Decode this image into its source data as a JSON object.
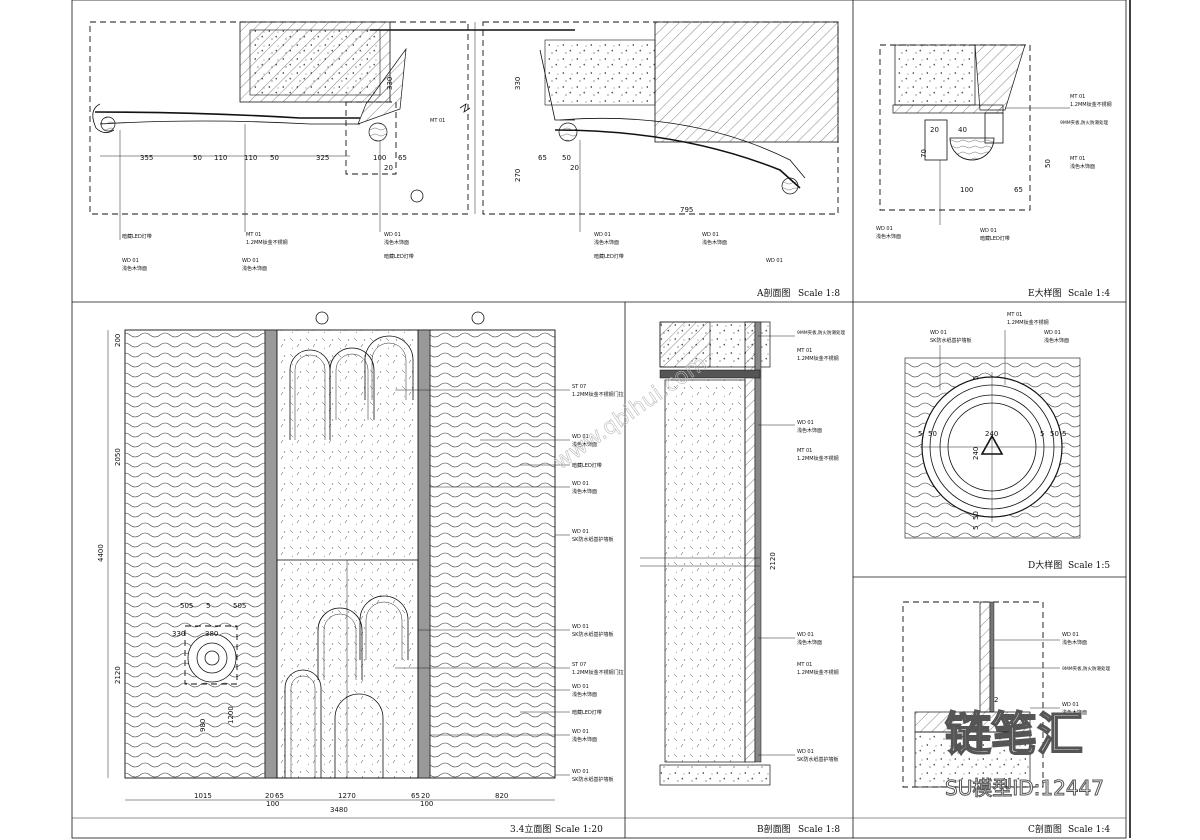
{
  "panels": {
    "a_section": {
      "title": "A剖面图",
      "scale": "Scale 1:8"
    },
    "e_detail": {
      "title": "E大样图",
      "scale": "Scale 1:4"
    },
    "elevation": {
      "title": "3.4立面图",
      "scale": "Scale 1:20"
    },
    "b_section": {
      "title": "B剖面图",
      "scale": "Scale 1:8"
    },
    "d_detail": {
      "title": "D大样图",
      "scale": "Scale 1:5"
    },
    "c_section": {
      "title": "C剖面图",
      "scale": "Scale 1:4"
    }
  },
  "a_dims": {
    "d355": "355",
    "d50a": "50",
    "d110a": "110",
    "d110b": "110",
    "d50b": "50",
    "d325": "325",
    "d100": "100",
    "d65": "65",
    "d20": "20",
    "d65b": "65",
    "d50c": "50",
    "d20b": "20",
    "d795": "795",
    "d330": "330",
    "d330b": "330",
    "d270": "270"
  },
  "a_notes": {
    "n1": "暗藏LED灯带",
    "n2": "浅色木饰面",
    "n3": "1.2MM钛金不锈钢",
    "n4": "浅色木饰面",
    "n5": "浅色木饰面",
    "n6": "暗藏LED灯带",
    "n7": "浅色木饰面",
    "n8": "暗藏LED灯带",
    "n9": "浅色木饰面"
  },
  "codes": {
    "wd": "WD 01",
    "st": "ST 07",
    "mt": "MT 01"
  },
  "e_dims": {
    "d20": "20",
    "d40": "40",
    "d70": "70",
    "d100": "100",
    "d65": "65",
    "d50": "50"
  },
  "e_notes": {
    "n1": "1.2MM钛金不锈钢",
    "n2": "9MM夹板,防火防潮处理",
    "n3": "浅色木饰面",
    "n4": "浅色木饰面",
    "n5": "暗藏LED灯带"
  },
  "elev_dims": {
    "h200": "200",
    "h2050": "2050",
    "h4400": "4400",
    "h2120": "2120",
    "h980": "980",
    "h1200": "1200",
    "w505a": "505",
    "w5": "5",
    "w505b": "505",
    "w330": "330",
    "w380": "380",
    "w1015": "1015",
    "w20a": "20",
    "w65": "65",
    "w1270": "1270",
    "w65b": "65",
    "w20b": "20",
    "w820": "820",
    "w3480": "3480",
    "w100a": "100",
    "w100b": "100"
  },
  "elev_notes": {
    "n1": "1.2MM钛金不锈钢门拉",
    "n2": "浅色木饰面",
    "n3": "暗藏LED灯带",
    "n4": "浅色木饰面",
    "n5": "SK防水纸基护墙板",
    "n6": "SK防水纸基护墙板",
    "n7": "1.2MM钛金不锈钢门拉",
    "n8": "浅色木饰面",
    "n9": "暗藏LED灯带",
    "n10": "浅色木饰面",
    "n11": "SK防水纸基护墙板"
  },
  "b_dims": {
    "h2120": "2120"
  },
  "b_notes": {
    "n1": "9MM夹板,防火防潮处理",
    "n2": "1.2MM钛金不锈钢",
    "n3": "浅色木饰面",
    "n4": "1.2MM钛金不锈钢",
    "n5": "浅色木饰面",
    "n6": "1.2MM钛金不锈钢",
    "n7": "SK防水纸基护墙板"
  },
  "d_dims": {
    "d5a": "5",
    "d50a": "50",
    "d240": "240",
    "d5b": "5",
    "d50b": "50",
    "d5c": "5",
    "d240v": "240",
    "d5d": "5",
    "d50c": "50",
    "d5e": "5"
  },
  "d_notes": {
    "n1": "SK防水纸基护墙板",
    "n2": "1.2MM钛金不锈钢",
    "n3": "浅色木饰面"
  },
  "c_dims": {
    "d2": "2"
  },
  "c_notes": {
    "n1": "浅色木饰面",
    "n2": "9MM夹板,防火防潮处理",
    "n3": "浅色木饰面"
  },
  "watermark": {
    "brand": "链笔汇",
    "id": "SU模型ID:12447",
    "site": "www.qbihui.com"
  },
  "colors": {
    "line": "#111111",
    "paper": "#ffffff",
    "hatch": "#333333"
  }
}
